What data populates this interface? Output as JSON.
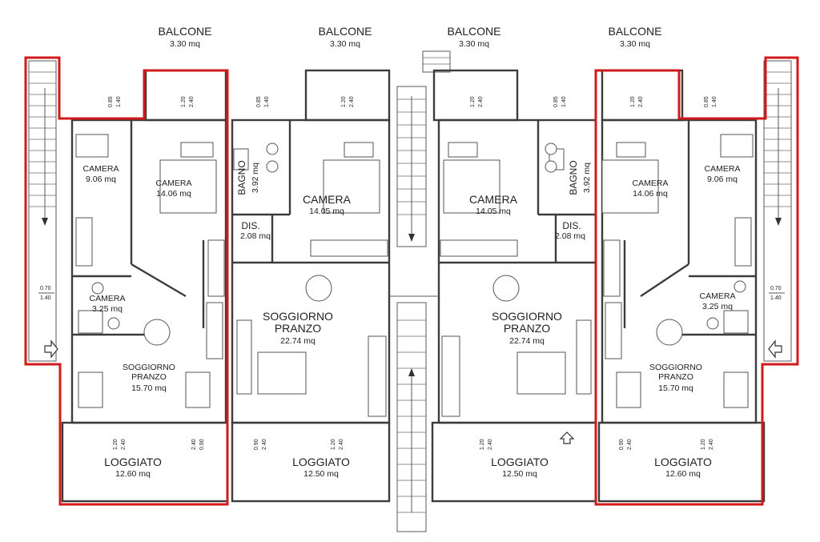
{
  "plan": {
    "balcone": [
      {
        "name": "BALCONE",
        "area": "3.30 mq"
      },
      {
        "name": "BALCONE",
        "area": "3.30 mq"
      },
      {
        "name": "BALCONE",
        "area": "3.30 mq"
      },
      {
        "name": "BALCONE",
        "area": "3.30 mq"
      }
    ],
    "camera_small": [
      {
        "name": "CAMERA",
        "area": "9.06 mq"
      },
      {
        "name": "CAMERA",
        "area": "9.06 mq"
      }
    ],
    "camera_master": [
      {
        "name": "CAMERA",
        "area": "14.06 mq"
      },
      {
        "name": "CAMERA",
        "area": "14.05 mq"
      },
      {
        "name": "CAMERA",
        "area": "14.05 mq"
      },
      {
        "name": "CAMERA",
        "area": "14.06 mq"
      }
    ],
    "camera_bath": [
      {
        "name": "CAMERA",
        "area": "3.25 mq"
      },
      {
        "name": "CAMERA",
        "area": "3.25 mq"
      }
    ],
    "bagno": [
      {
        "name": "BAGNO",
        "area": "3.92 mq"
      },
      {
        "name": "BAGNO",
        "area": "3.92 mq"
      }
    ],
    "dis": [
      {
        "name": "DIS.",
        "area": "2.08 mq"
      },
      {
        "name": "DIS.",
        "area": "2.08 mq"
      }
    ],
    "soggiorno": [
      {
        "line1": "SOGGIORNO",
        "line2": "PRANZO",
        "area": "15.70 mq"
      },
      {
        "line1": "SOGGIORNO",
        "line2": "PRANZO",
        "area": "22.74 mq"
      },
      {
        "line1": "SOGGIORNO",
        "line2": "PRANZO",
        "area": "22.74 mq"
      },
      {
        "line1": "SOGGIORNO",
        "line2": "PRANZO",
        "area": "15.70 mq"
      }
    ],
    "loggiato": [
      {
        "name": "LOGGIATO",
        "area": "12.60 mq"
      },
      {
        "name": "LOGGIATO",
        "area": "12.50 mq"
      },
      {
        "name": "LOGGIATO",
        "area": "12.50 mq"
      },
      {
        "name": "LOGGIATO",
        "area": "12.60 mq"
      }
    ],
    "dims": {
      "d085": "0.85",
      "d140": "1.40",
      "d120": "1.20",
      "d240": "2.40",
      "d070": "0.70",
      "d090": "0.90"
    },
    "highlight_color": "#d11a1a",
    "icons": [
      "entrance-arrow-icon",
      "stair-arrow-icon"
    ]
  }
}
